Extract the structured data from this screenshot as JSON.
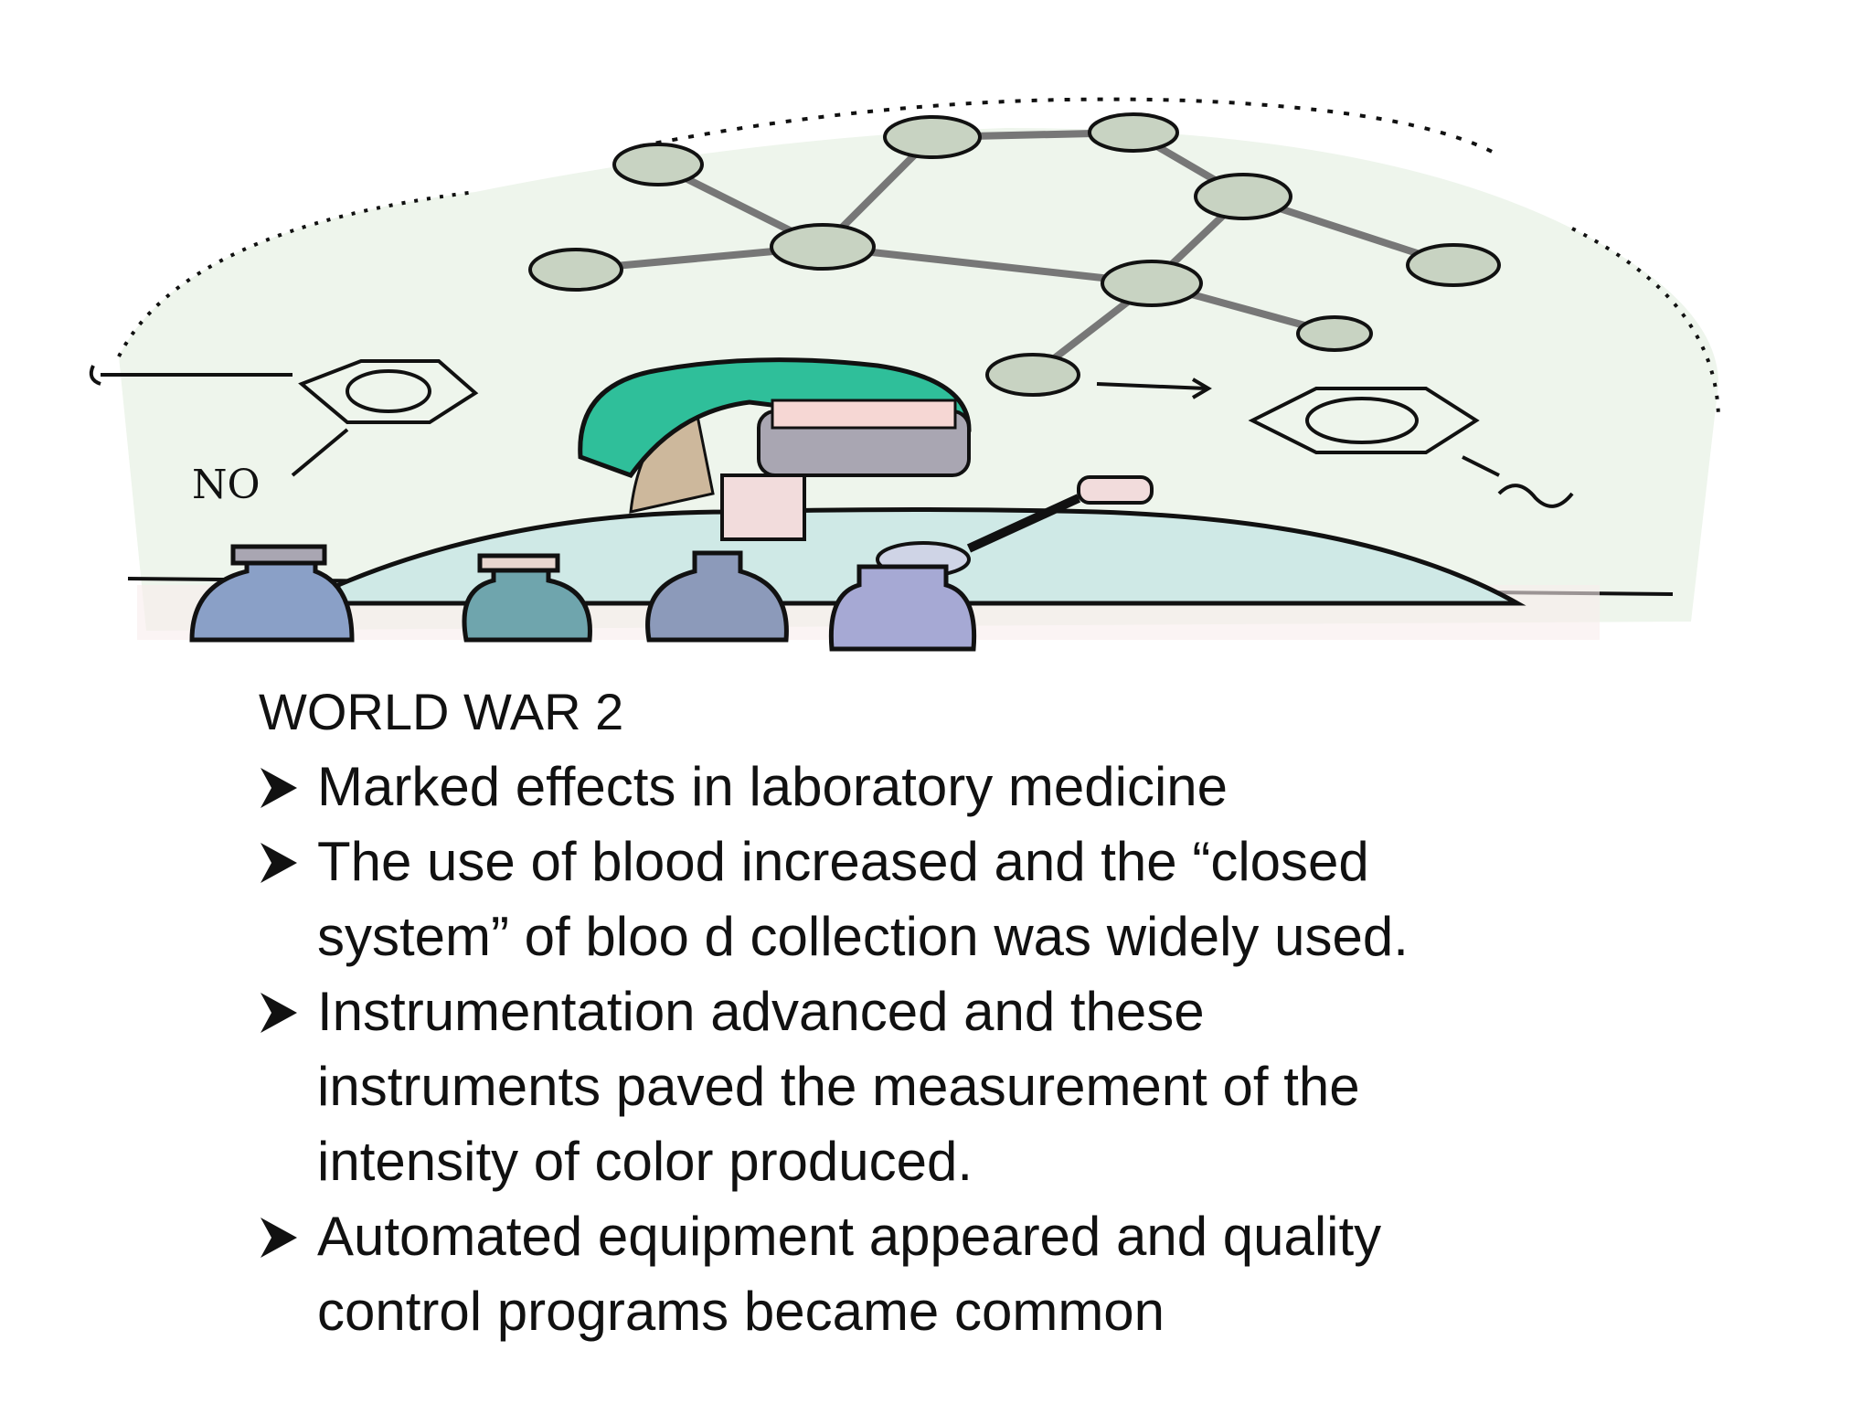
{
  "slide": {
    "heading": "WORLD WAR 2",
    "bullets": [
      {
        "lines": [
          "Marked effects in laboratory medicine"
        ]
      },
      {
        "lines": [
          "The use of blood increased and the  “closed",
          "system” of bloo d collection was widely used."
        ]
      },
      {
        "lines": [
          "Instrumentation advanced and these",
          "instruments paved the measurement of the",
          "intensity of color produced."
        ]
      },
      {
        "lines": [
          "Automated equipment appeared and quality",
          "control programs became common"
        ]
      }
    ],
    "bullet_icon": "arrow-bullet-icon"
  },
  "illustration": {
    "subject": "scientist-with-molecule-icon",
    "colors": {
      "cap": "#2fbf9a",
      "background": "#eef5ec",
      "gown": "#cfe9e6",
      "atom": "#c8d3c2",
      "bottle": "#8aa0c7",
      "outline": "#111111"
    }
  }
}
